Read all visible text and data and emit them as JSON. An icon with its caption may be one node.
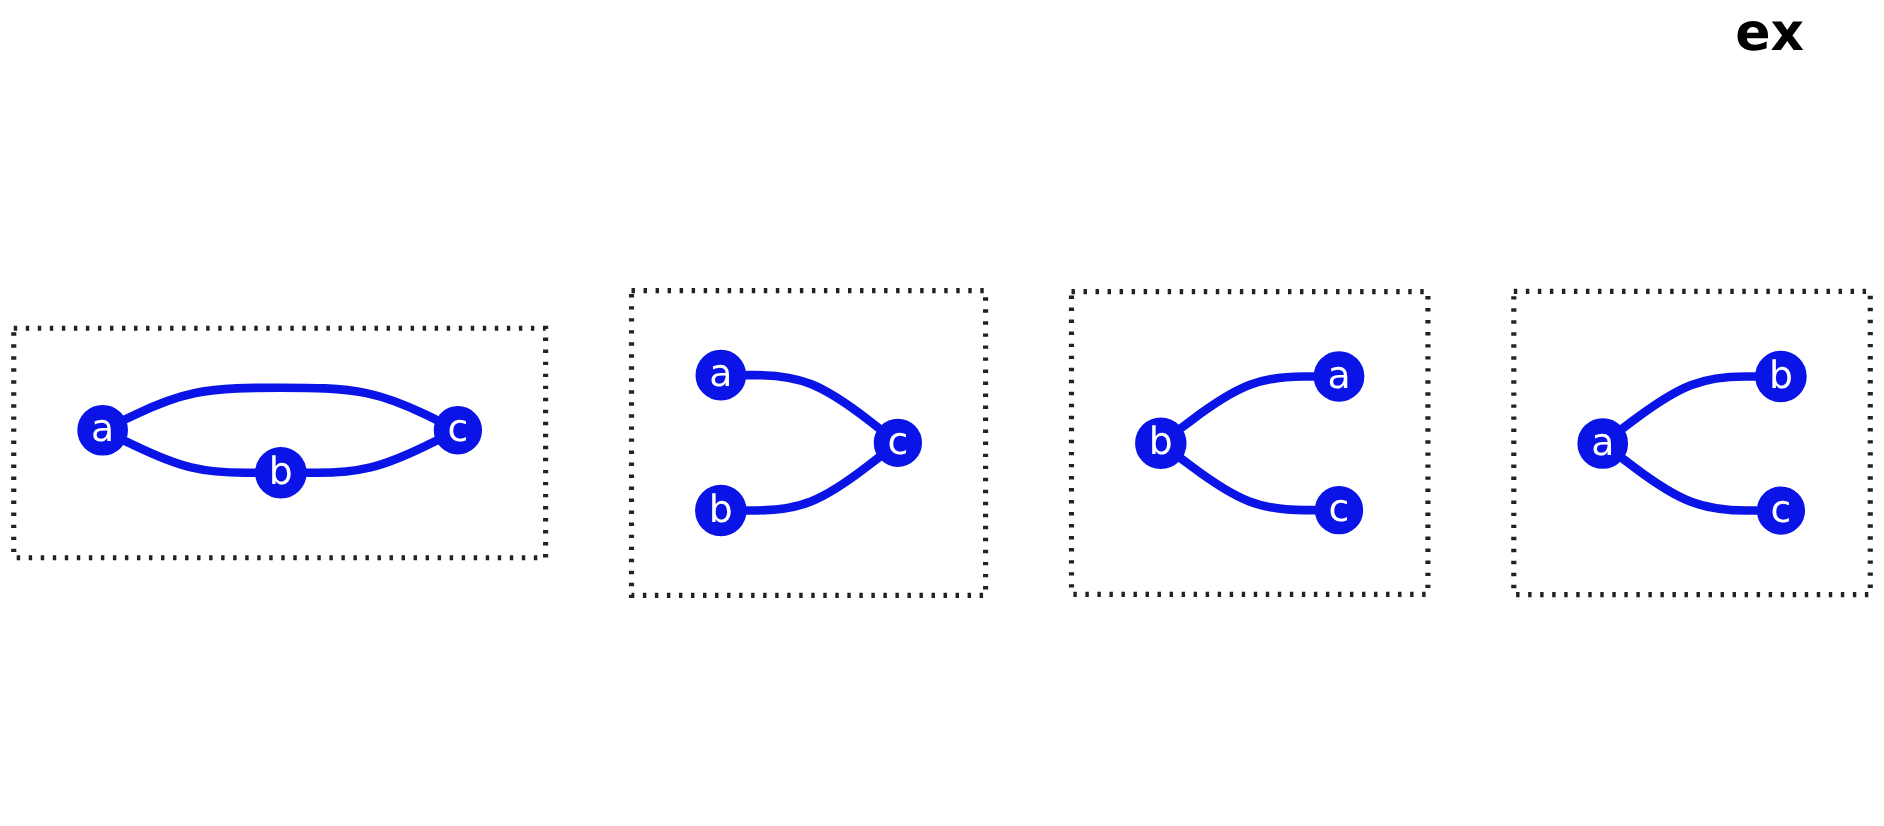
{
  "diagram": {
    "nodes": [
      {
        "text": [],
        "shape": "box"
      },
      {
        "text": [
          "a"
        ],
        "in": 0
      },
      {
        "text": [
          "b"
        ],
        "in": 0
      },
      {
        "text": [
          "c"
        ],
        "in": 0
      },
      {
        "text": [],
        "shape": "box"
      },
      {
        "text": [
          "a"
        ],
        "in": 4
      },
      {
        "text": [
          "b"
        ],
        "in": 4
      },
      {
        "text": [
          "c"
        ],
        "in": 4
      },
      {
        "text": [],
        "shape": "box"
      },
      {
        "text": [
          "a"
        ],
        "in": 8
      },
      {
        "text": [
          "b"
        ],
        "in": 8
      },
      {
        "text": [
          "c"
        ],
        "in": 8
      },
      {
        "text": [],
        "shape": "box"
      },
      {
        "text": [
          "a"
        ],
        "in": 12
      },
      {
        "text": [
          "b"
        ],
        "in": 12
      },
      {
        "text": [
          "c"
        ],
        "in": 12
      }
    ],
    "edges": [
      {
        "from": 1,
        "to": 2,
        "arrow": "none"
      },
      {
        "from": 1,
        "to": 3,
        "arrow": "none"
      },
      {
        "from": 6,
        "to": 5,
        "arrow": "none"
      },
      {
        "from": 6,
        "to": 7,
        "arrow": "none"
      },
      {
        "from": 9,
        "to": 11,
        "arrow": "none"
      },
      {
        "from": 10,
        "to": 11,
        "arrow": "none"
      },
      {
        "from": 13,
        "to": 14,
        "arrow": "none"
      },
      {
        "from": 13,
        "to": 15,
        "arrow": "none"
      },
      {
        "from": 14,
        "to": 15,
        "arrow": "none"
      }
    ],
    "labels": [
      "ex"
    ]
  }
}
